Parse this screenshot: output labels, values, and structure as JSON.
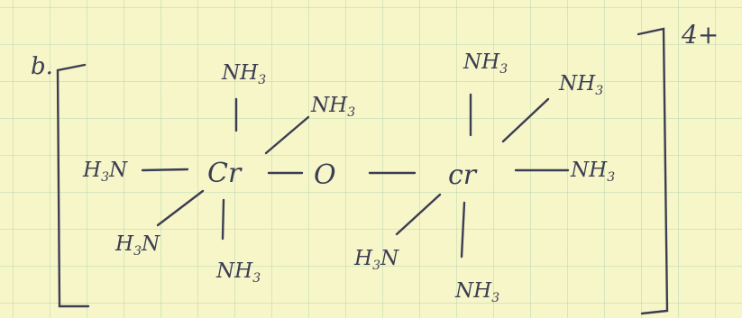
{
  "label": "b.",
  "charge": "4+",
  "center_atoms": {
    "metal_left": "Cr",
    "metal_right": "cr",
    "bridge": "O"
  },
  "ligand_text": {
    "ammine_head": "NH",
    "ammine_tail": "H",
    "ammine_n": "N",
    "subscript": "3"
  },
  "colors": {
    "ink": "#3b3d52",
    "paper": "#f7f6c9",
    "grid": "#96c8a0"
  }
}
